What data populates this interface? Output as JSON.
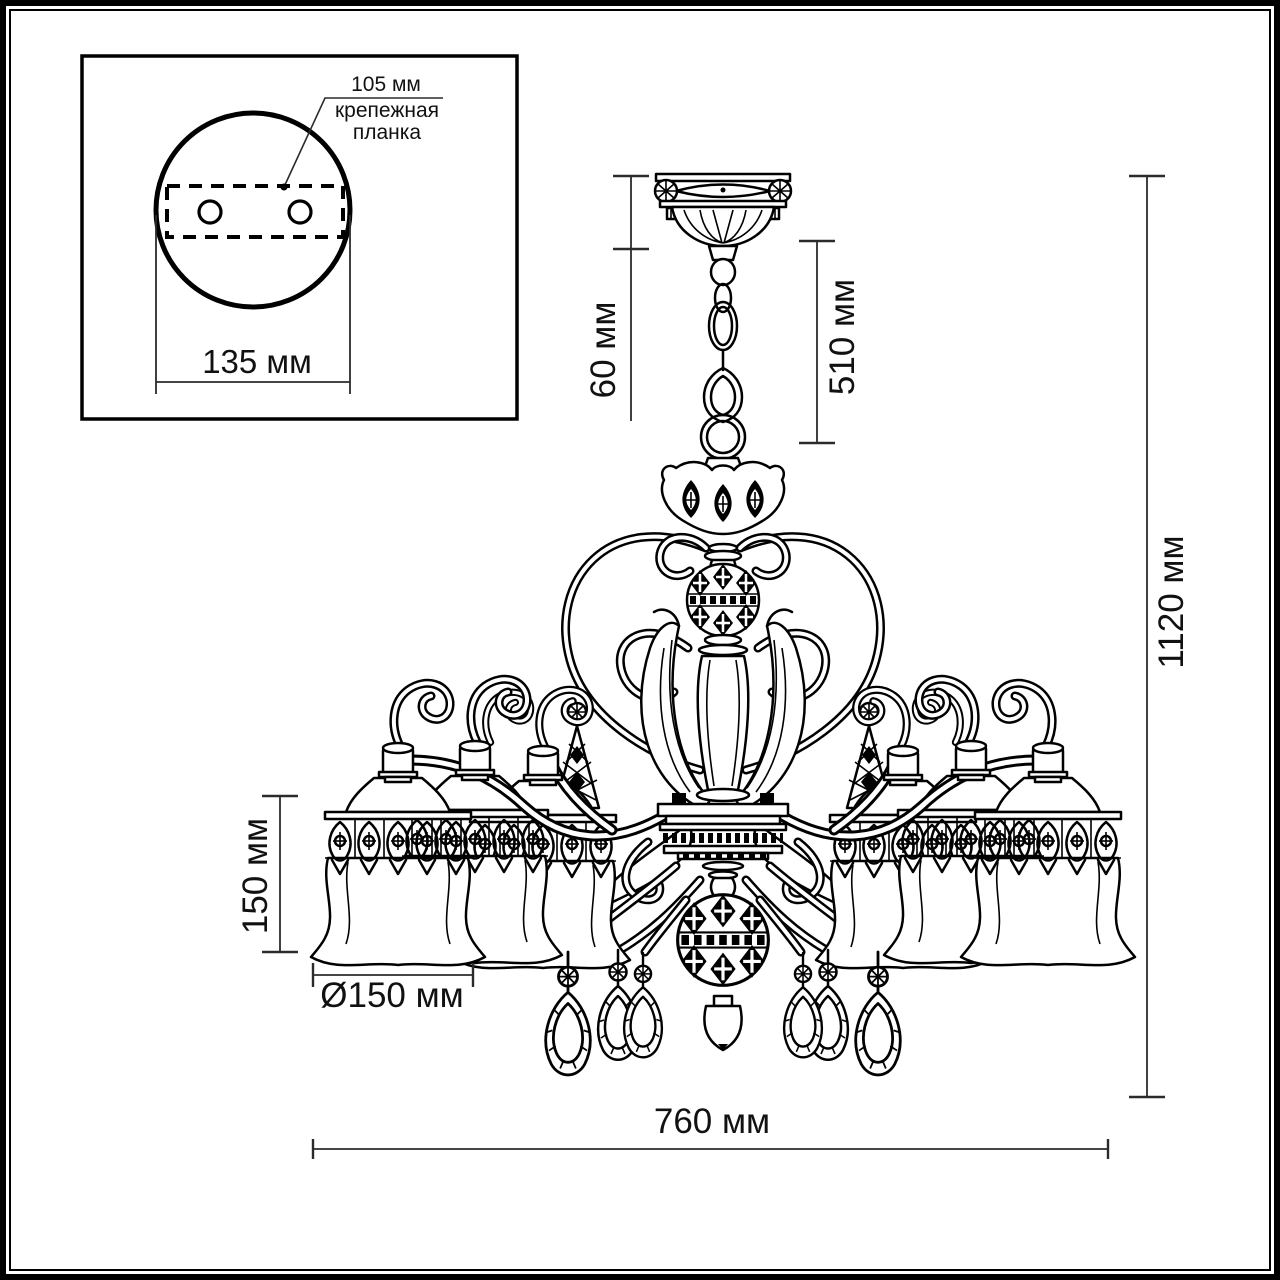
{
  "page": {
    "background": "#ffffff",
    "line_color": "#000000"
  },
  "inset": {
    "hole_spacing_label": "105 мм",
    "caption_line1": "крепежная",
    "caption_line2": "планка",
    "plate_width_label": "135 мм"
  },
  "dimensions": {
    "canopy_height": "60 мм",
    "suspension_length": "510 мм",
    "total_height": "1120 мм",
    "shade_height": "150 мм",
    "shade_diameter": "Ø150 мм",
    "total_width": "760 мм"
  }
}
